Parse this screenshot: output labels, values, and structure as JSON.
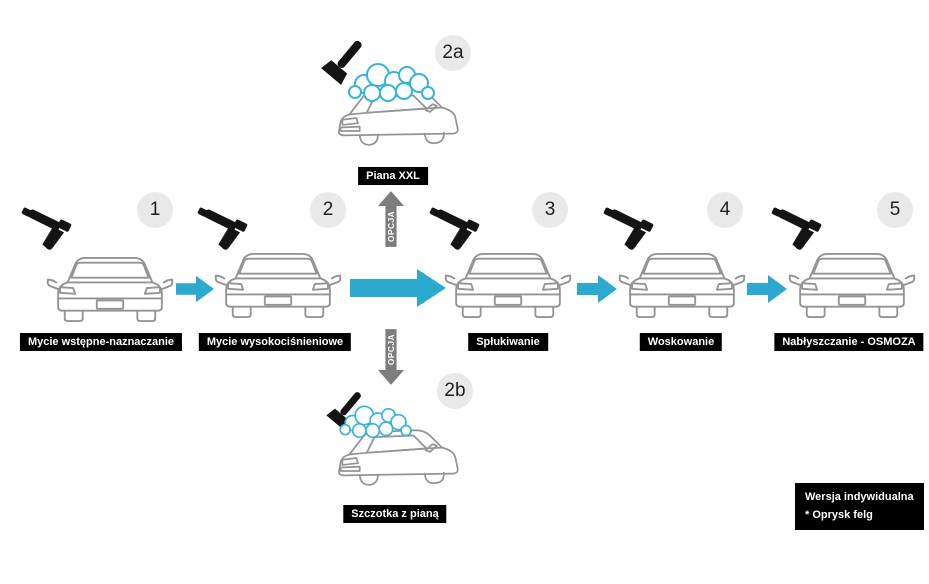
{
  "diagram": {
    "steps": [
      {
        "number": "1",
        "label": "Mycie wstępne-naznaczanie"
      },
      {
        "number": "2",
        "label": "Mycie wysokociśnieniowe"
      },
      {
        "number": "3",
        "label": "Spłukiwanie"
      },
      {
        "number": "4",
        "label": "Woskowanie"
      },
      {
        "number": "5",
        "label": "Nabłyszczanie - OSMOZA"
      }
    ],
    "options": [
      {
        "number": "2a",
        "label": "Piana XXL",
        "arrow_label": "OPCJA",
        "direction": "up"
      },
      {
        "number": "2b",
        "label": "Szczotka z pianą",
        "arrow_label": "OPCJA",
        "direction": "down"
      }
    ],
    "note": {
      "line1": "Wersja indywidualna",
      "line2": "* Oprysk felg"
    },
    "icons": {
      "spray_gun": "spray-gun-icon",
      "brush": "foam-brush-icon",
      "car_rear": "car-rear-icon",
      "car_front": "car-front-icon",
      "foam": "foam-bubbles-icon"
    },
    "colors": {
      "arrow": "#2BA9CF",
      "foam": "#35B4DC",
      "option_arrow": "#7D7D7D",
      "badge_bg": "#E9E9E9",
      "label_bg": "#000000",
      "label_text": "#FFFFFF",
      "car_outline": "#949494"
    }
  }
}
